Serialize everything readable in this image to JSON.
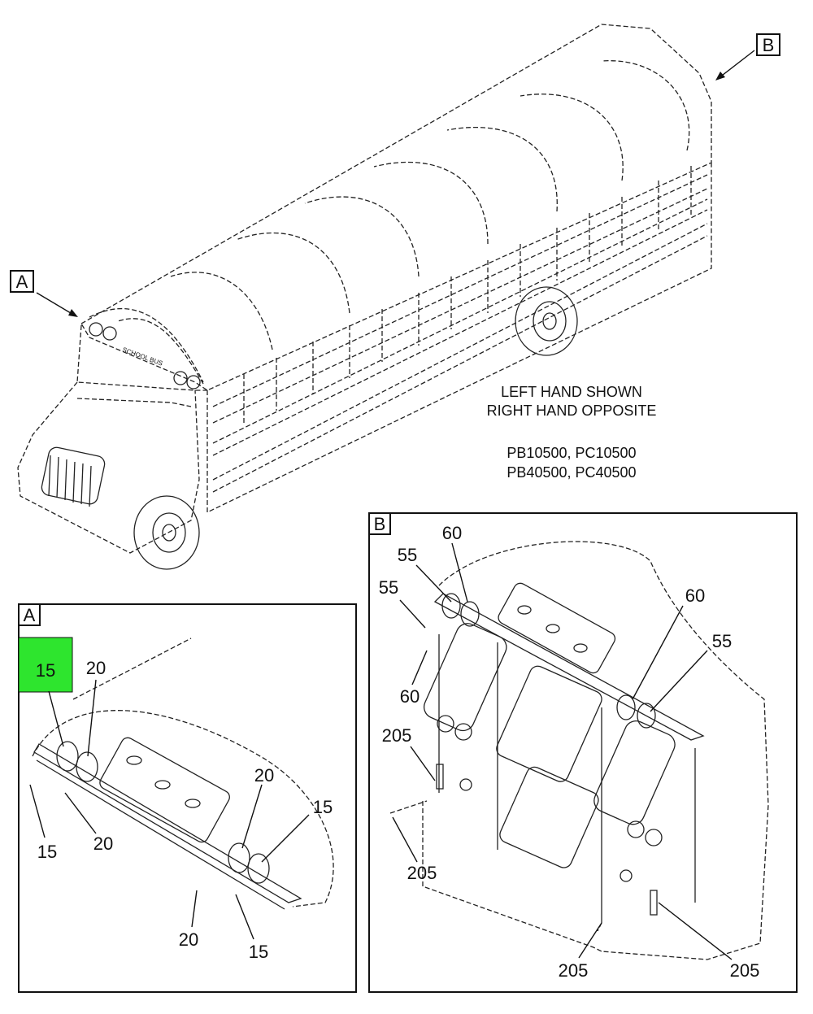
{
  "views": {
    "A": {
      "letter": "A"
    },
    "B": {
      "letter": "B"
    }
  },
  "notes": {
    "line1": "LEFT HAND SHOWN",
    "line2": "RIGHT HAND OPPOSITE",
    "models1": "PB10500, PC10500",
    "models2": "PB40500, PC40500"
  },
  "detailA": {
    "highlight_label": "15",
    "callouts": [
      "20",
      "20",
      "15",
      "20",
      "15",
      "20",
      "15"
    ]
  },
  "detailB": {
    "callouts": [
      "60",
      "55",
      "55",
      "60",
      "60",
      "55",
      "205",
      "205",
      "205",
      "205"
    ]
  },
  "bus_sign": "SCHOOL BUS",
  "colors": {
    "highlight": "#2ee52e",
    "line": "#222222"
  }
}
